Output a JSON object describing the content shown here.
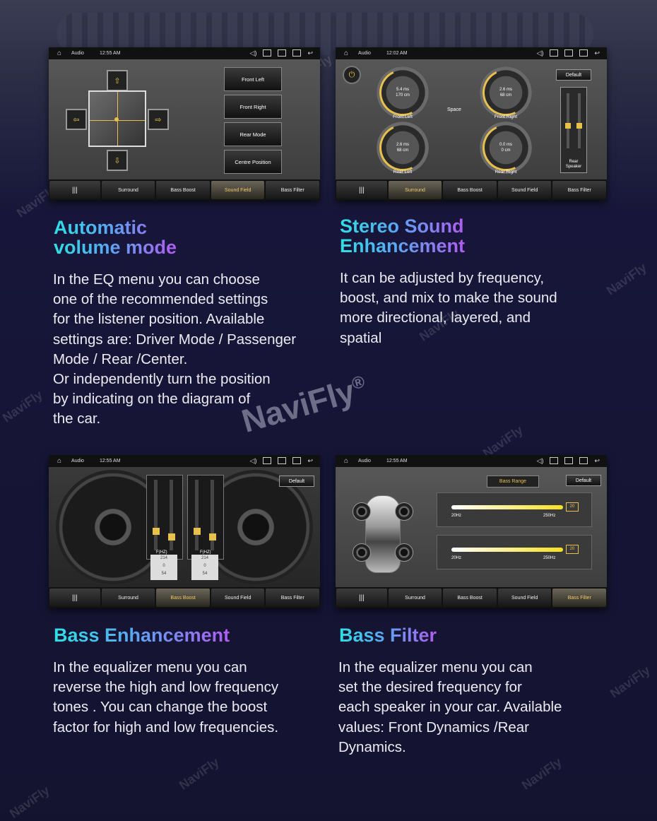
{
  "brand": {
    "name": "NaviFly",
    "reg": "®",
    "watermark": "NaviFly"
  },
  "statusbar": [
    {
      "app": "Audio",
      "time": "12:55 AM"
    },
    {
      "app": "Audio",
      "time": "12:02 AM"
    },
    {
      "app": "Audio",
      "time": "12:55 AM"
    },
    {
      "app": "Audio",
      "time": "12:55 AM"
    }
  ],
  "tabs": [
    "Surround",
    "Bass Boost",
    "Sound Field",
    "Bass Filter"
  ],
  "panel1": {
    "buttons": [
      "Front Left",
      "Front Right",
      "Rear Mode",
      "Centre Position"
    ],
    "active_tab": "Sound Field"
  },
  "panel2": {
    "default": "Default",
    "space": "Space",
    "knobs": [
      {
        "label": "Front Left",
        "v1": "5.4 ms",
        "v2": "170 cm"
      },
      {
        "label": "Front Right",
        "v1": "2.6 ms",
        "v2": "68 cm"
      },
      {
        "label": "Rear Left",
        "v1": "2.6 ms",
        "v2": "68 cm"
      },
      {
        "label": "Rear Right",
        "v1": "0.0 ms",
        "v2": "0 cm"
      }
    ],
    "rear_label_1": "Rear",
    "rear_label_2": "Speaker",
    "active_tab": "Surround"
  },
  "panel3": {
    "default": "Default",
    "freq_label": "F(HZ)",
    "left": {
      "v1": "214",
      "v2": "0",
      "v3": "54"
    },
    "right": {
      "v1": "214",
      "v2": "0",
      "v3": "54"
    },
    "active_tab": "Bass Boost"
  },
  "panel4": {
    "range": "Bass Range",
    "default": "Default",
    "sliders": [
      {
        "lo": "20Hz",
        "hi": "250Hz",
        "value": "20"
      },
      {
        "lo": "20Hz",
        "hi": "250Hz",
        "value": "20"
      }
    ],
    "active_tab": "Bass Filter"
  },
  "sections": {
    "auto_volume": {
      "title": [
        "Automatic",
        "volume mode"
      ],
      "lines": [
        "In the EQ menu you can choose",
        "one of the recommended settings",
        "for the listener position. Available",
        "settings are: Driver Mode / Passenger",
        "Mode / Rear /Center.",
        "Or independently turn the position",
        "by indicating on the diagram of",
        "the car."
      ]
    },
    "stereo": {
      "title": [
        "Stereo Sound",
        "Enhancement"
      ],
      "lines": [
        "It can be adjusted by frequency,",
        "boost, and mix to make the sound",
        "more directional, layered, and",
        "spatial"
      ]
    },
    "bass_enh": {
      "title": [
        "Bass Enhancement"
      ],
      "lines": [
        "In the equalizer menu you can",
        "reverse the high and low frequency",
        "tones . You can change the boost",
        "factor for high and low frequencies."
      ]
    },
    "bass_filter": {
      "title": [
        "Bass Filter"
      ],
      "lines": [
        "In the equalizer menu you can",
        "set the desired frequency for",
        "each speaker in your car. Available",
        "values: Front Dynamics /Rear",
        "Dynamics."
      ]
    }
  },
  "colors": {
    "accent": "#e7c14c",
    "heading_start": "#2de0e4",
    "heading_end": "#b05cf0",
    "background": "#14132f"
  }
}
